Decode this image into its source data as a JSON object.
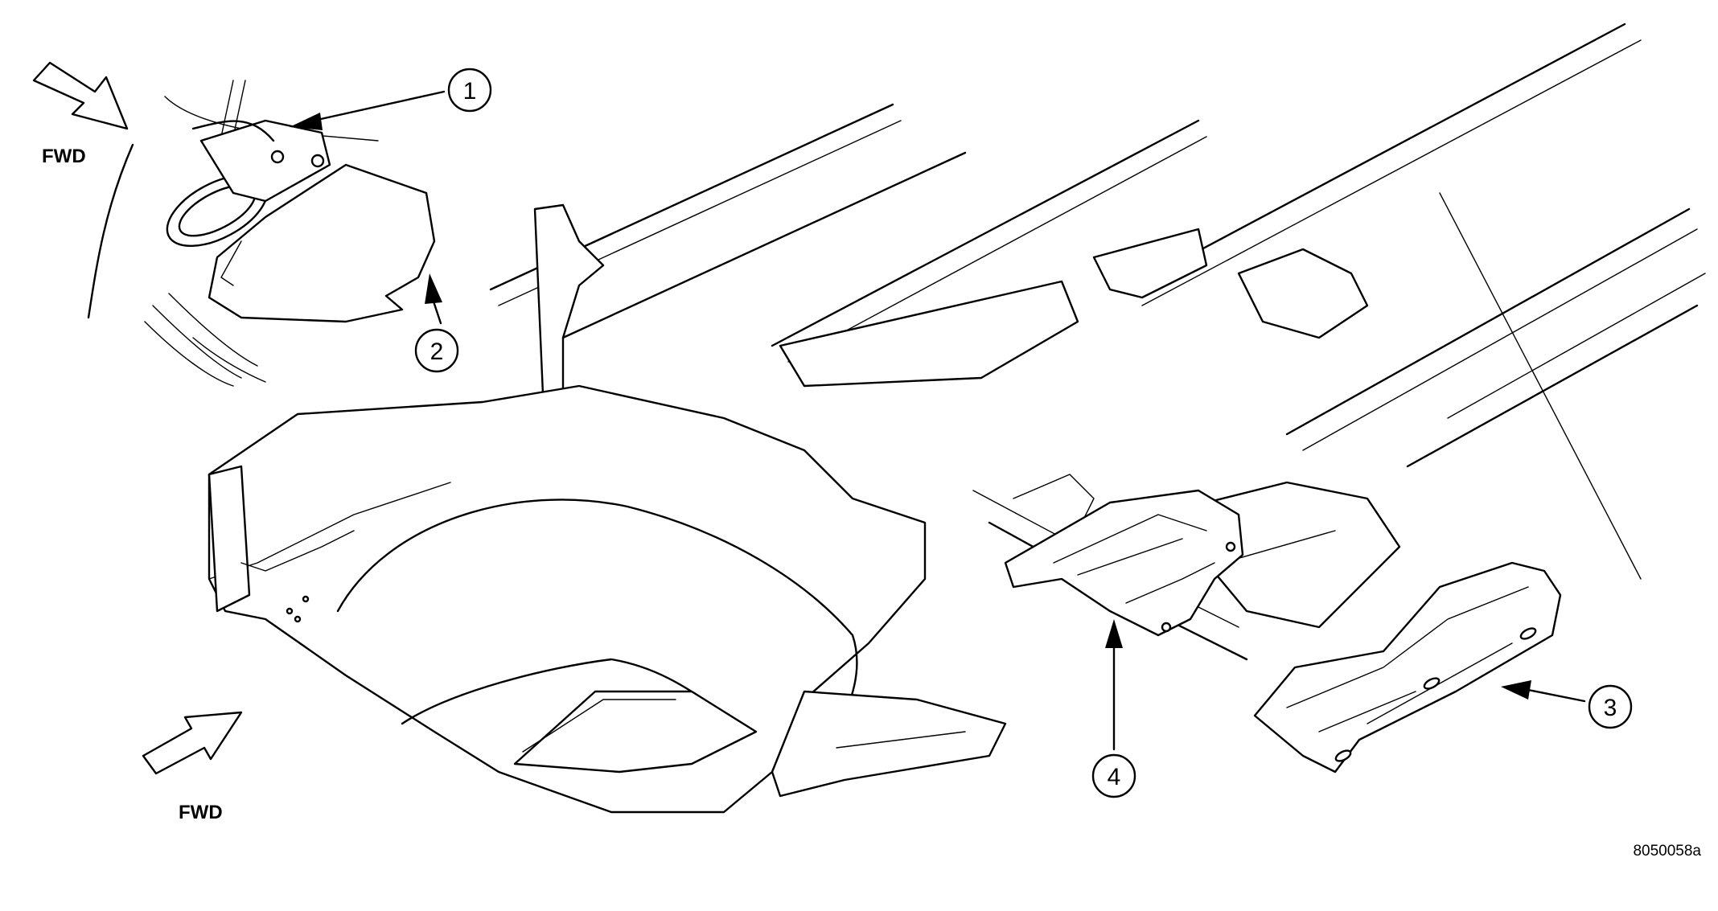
{
  "diagram": {
    "fwd_labels": {
      "upper": "FWD",
      "lower": "FWD"
    },
    "callouts": [
      {
        "id": "1",
        "text": "1"
      },
      {
        "id": "2",
        "text": "2"
      },
      {
        "id": "3",
        "text": "3"
      },
      {
        "id": "4",
        "text": "4"
      }
    ],
    "figure_id": "8050058a"
  }
}
